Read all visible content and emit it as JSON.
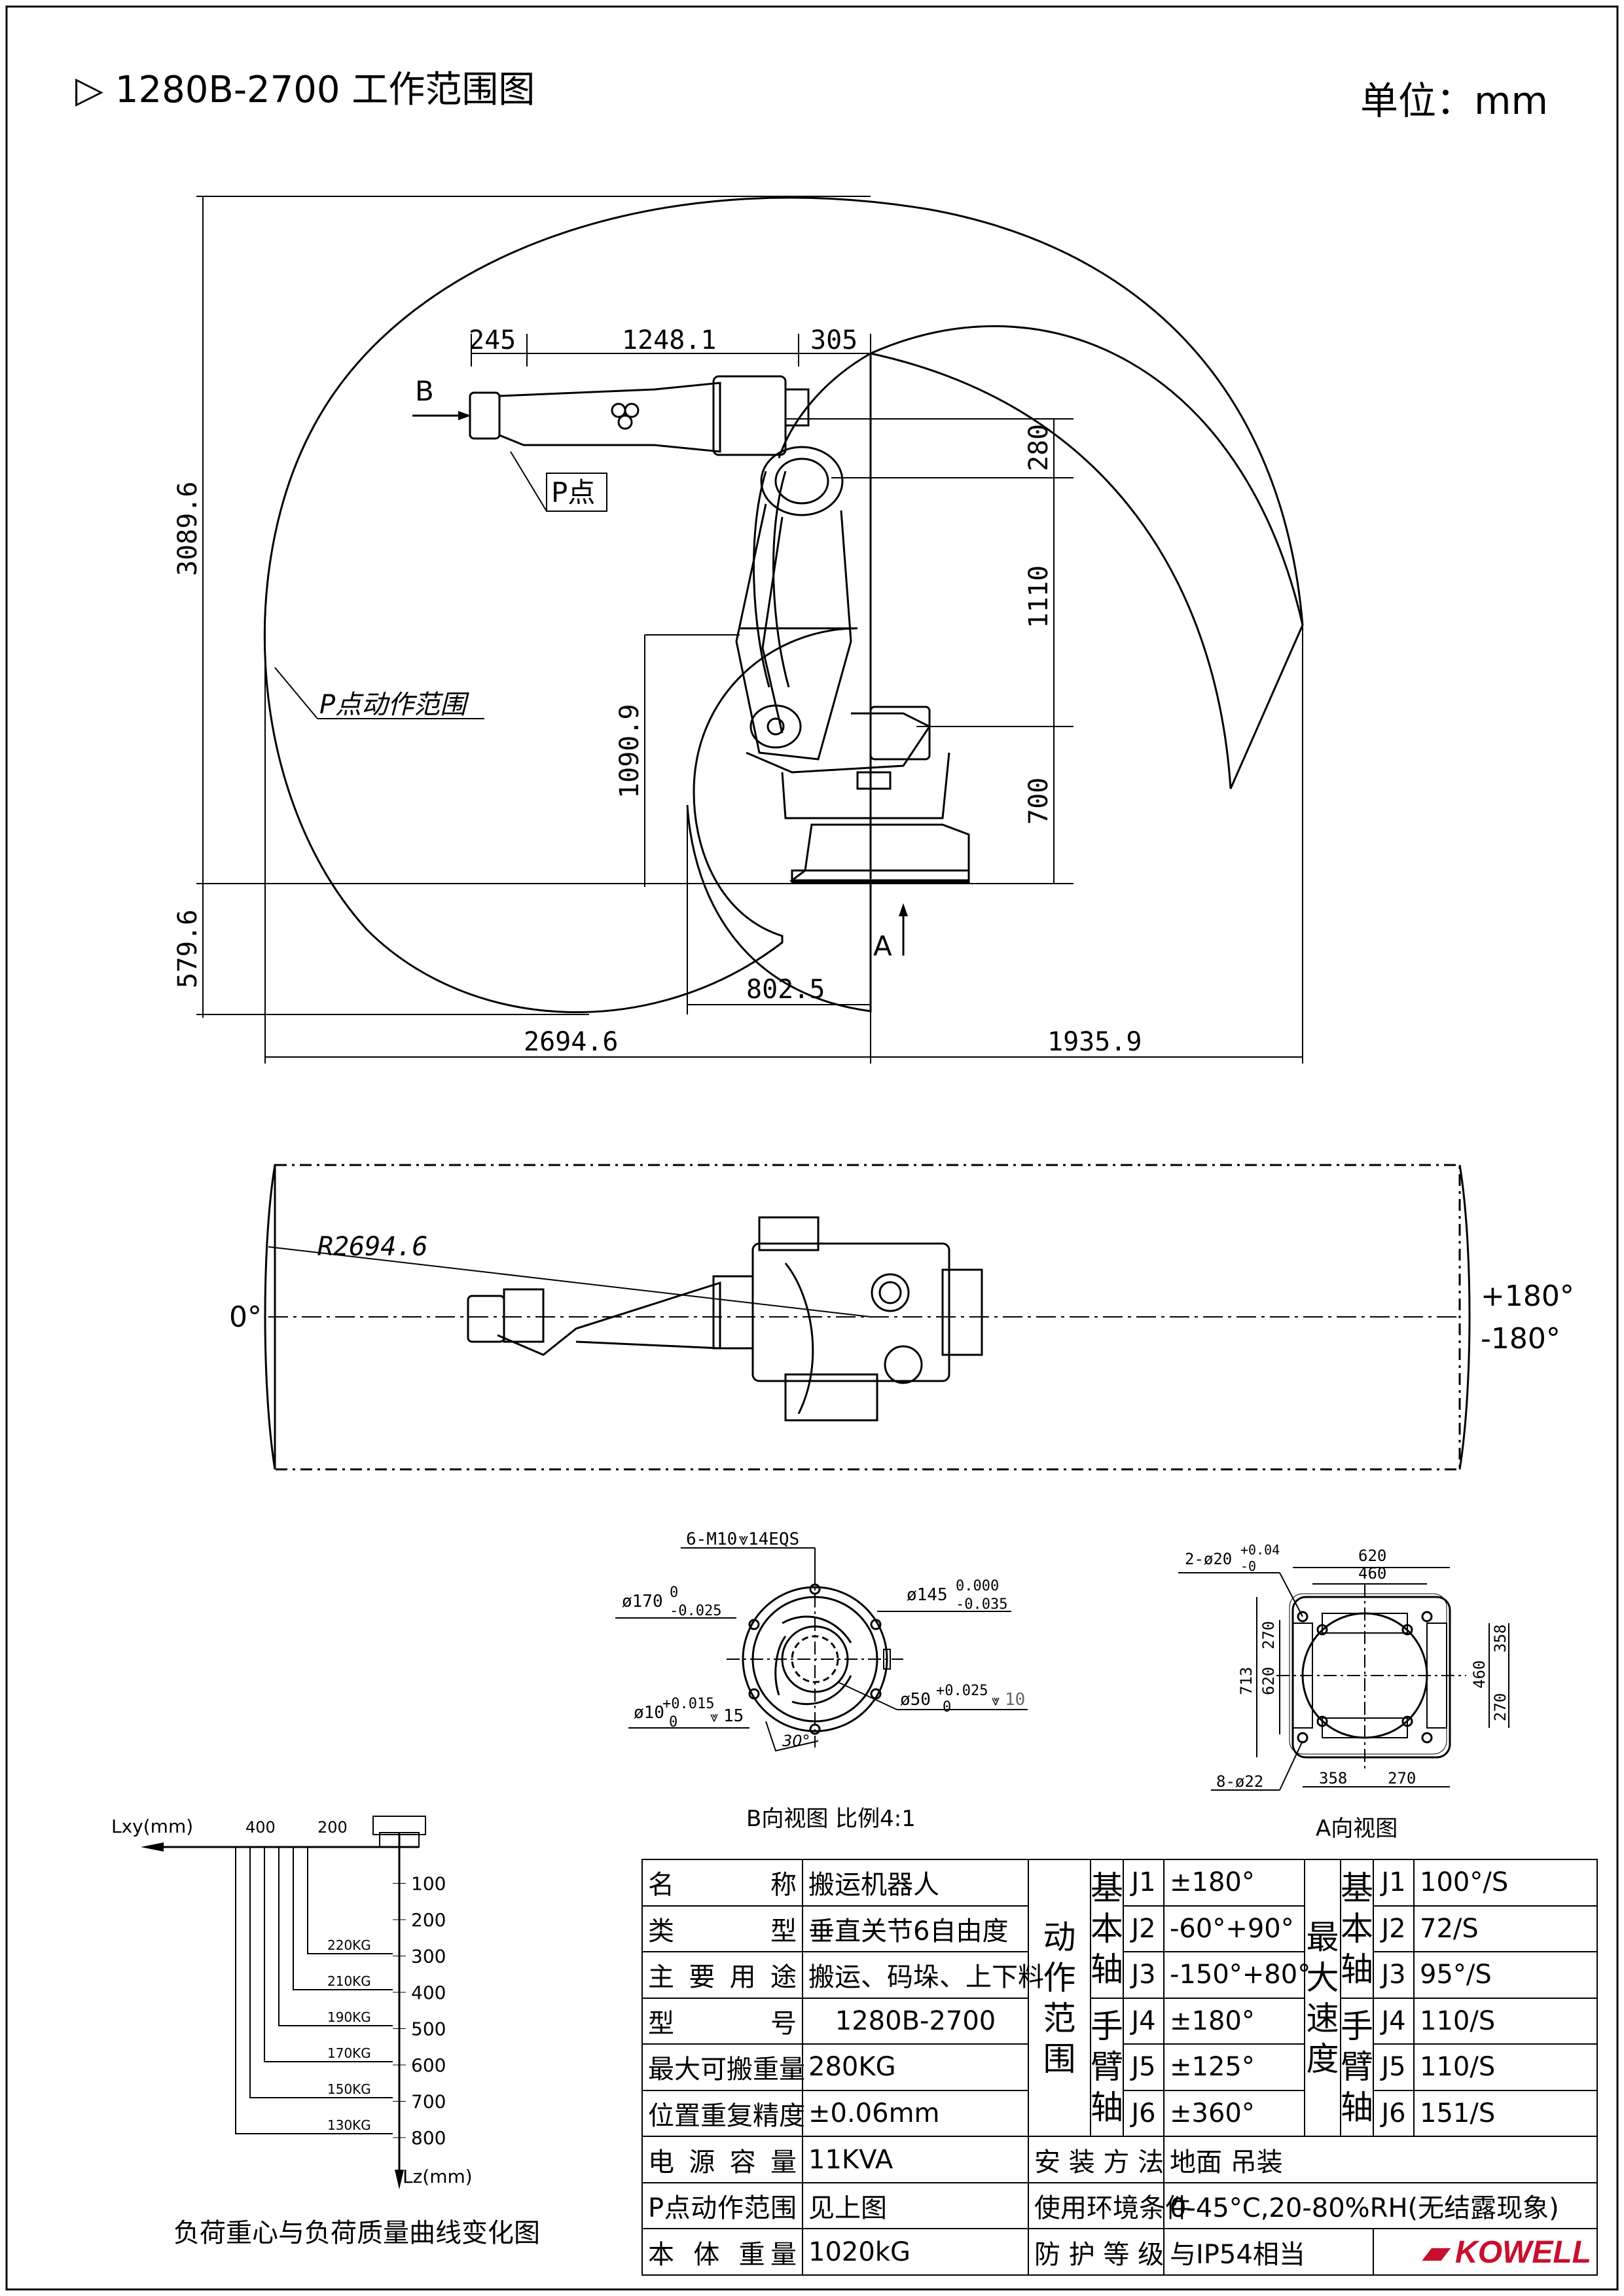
{
  "header": {
    "marker": "▷",
    "title": "1280B-2700  工作范围图",
    "unit": "单位：mm"
  },
  "side_view": {
    "label_B": "B",
    "label_P": "P点",
    "label_A": "A",
    "label_range": "P点动作范围",
    "dims": {
      "top_245": "245",
      "top_1248": "1248.1",
      "top_305": "305",
      "right_280": "280",
      "right_1110": "1110",
      "right_700": "700",
      "left_3089": "3089.6",
      "left_579": "579.6",
      "mid_1090": "1090.9",
      "bottom_802": "802.5",
      "bottom_2694": "2694.6",
      "bottom_1935": "1935.9"
    }
  },
  "top_view": {
    "radius": "R2694.6",
    "zero": "0°",
    "pos180": "+180°",
    "neg180": "-180°"
  },
  "flange_view": {
    "caption": "B向视图 比例4:1",
    "holes": "6-M10",
    "holes_depth": "14EQS",
    "d170": "ø170",
    "d170_tol_up": "0",
    "d170_tol_dn": "-0.025",
    "d145": "ø145",
    "d145_tol_up": "0.000",
    "d145_tol_dn": "-0.035",
    "d10": "ø10",
    "d10_tol_up": "+0.015",
    "d10_tol_dn": "0",
    "d10_depth": "15",
    "d50": "ø50",
    "d50_tol_up": "+0.025",
    "d50_tol_dn": "0",
    "d50_depth": "10",
    "angle": "30°"
  },
  "base_view": {
    "caption": "A向视图",
    "holes2": "2-ø20",
    "holes2_tol_up": "+0.04",
    "holes2_tol_dn": "-0",
    "holes8": "8-ø22",
    "d620_top": "620",
    "d460_top": "460",
    "d713": "713",
    "d620_left": "620",
    "d270_left": "270",
    "d460_right": "460",
    "d358_right": "358",
    "d270_right": "270",
    "d358_bottom": "358",
    "d270_bottom": "270"
  },
  "load_chart": {
    "caption": "负荷重心与负荷质量曲线变化图",
    "x_axis_label": "Lxy(mm)",
    "y_axis_label": "Lz(mm)",
    "x_ticks": [
      "400",
      "200"
    ],
    "y_ticks": [
      "100",
      "200",
      "300",
      "400",
      "500",
      "600",
      "700",
      "800"
    ],
    "curves": [
      "220KG",
      "210KG",
      "190KG",
      "170KG",
      "150KG",
      "130KG"
    ]
  },
  "spec_table": {
    "name_label": "名        称",
    "name_value": "搬运机器人",
    "type_label": "类        型",
    "type_value": "垂直关节6自由度",
    "use_label": "主 要 用 途",
    "use_value": "搬运、码垛、上下料",
    "model_label": "型               号",
    "model_value": "1280B-2700",
    "payload_label": "最大可搬重量",
    "payload_value": "280KG",
    "repeat_label": "位置重复精度",
    "repeat_value": "±0.06mm",
    "power_label": "电 源 容 量",
    "power_value": "11KVA",
    "prange_label": "P点动作范围",
    "prange_value": "见上图",
    "weight_label": "本 体 重量",
    "weight_value": "1020kG",
    "motion_range_label": [
      "动",
      "作",
      "范",
      "围"
    ],
    "base_axis_label": [
      "基",
      "本",
      "轴"
    ],
    "wrist_axis_label": [
      "手",
      "臂",
      "轴"
    ],
    "max_speed_label": [
      "最",
      "大",
      "速",
      "度"
    ],
    "joints": [
      {
        "j": "J1",
        "range": "±180°",
        "speed": "100°/S"
      },
      {
        "j": "J2",
        "range": "-60°+90°",
        "speed": "72/S"
      },
      {
        "j": "J3",
        "range": "-150°+80°",
        "speed": "95°/S"
      },
      {
        "j": "J4",
        "range": "±180°",
        "speed": "110/S"
      },
      {
        "j": "J5",
        "range": "±125°",
        "speed": "110/S"
      },
      {
        "j": "J6",
        "range": "±360°",
        "speed": "151/S"
      }
    ],
    "install_label": "安 装 方 法",
    "install_value": "地面 吊装",
    "env_label": "使用环境条件",
    "env_value": "0-45°C,20-80%RH(无结露现象)",
    "protect_label": "防 护 等 级",
    "protect_value": "与IP54相当",
    "brand": "KOWELL"
  }
}
